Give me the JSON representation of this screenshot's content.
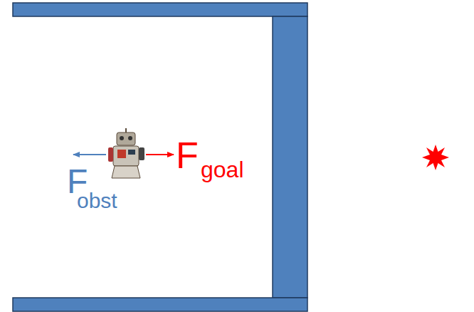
{
  "diagram": {
    "labels": [
      "F",
      "obst",
      "F",
      "goal"
    ]
  }
}
